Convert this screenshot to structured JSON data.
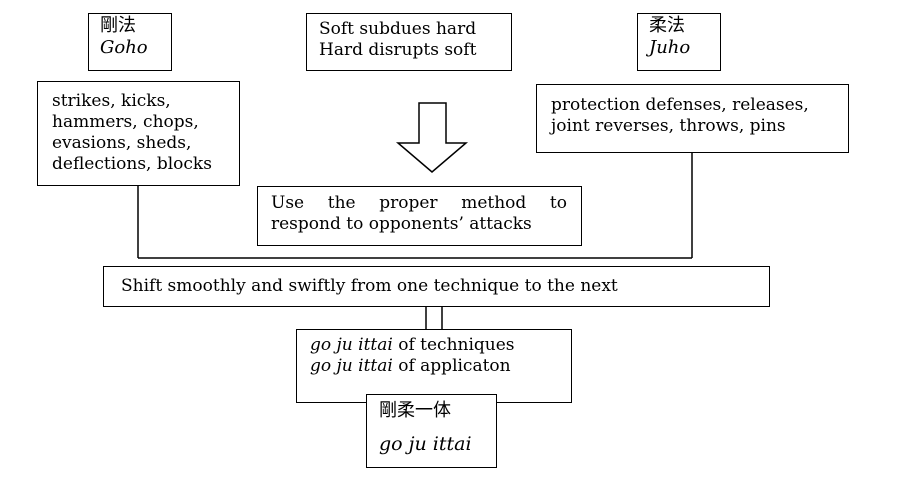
{
  "goho": {
    "kanji": "剛法",
    "romaji": "Goho"
  },
  "principle": {
    "line1": "Soft subdues hard",
    "line2": "Hard disrupts soft"
  },
  "juho": {
    "kanji": "柔法",
    "romaji": "Juho"
  },
  "goho_techniques": [
    "strikes, kicks,",
    "hammers, chops,",
    "evasions, sheds,",
    "deflections, blocks"
  ],
  "juho_techniques": [
    "protection defenses, releases,",
    "joint reverses, throws, pins"
  ],
  "method": {
    "line1": "Use the proper method to",
    "line2": "respond to opponents’ attacks"
  },
  "shift": "Shift smoothly and swiftly from one technique to the next",
  "goju_ittai": {
    "line1_italic": "go ju ittai",
    "line1_rest": " of techniques",
    "line2_italic": "go ju ittai",
    "line2_rest": " of applicaton"
  },
  "final": {
    "kanji": "剛柔一体",
    "romaji": "go ju ittai"
  }
}
